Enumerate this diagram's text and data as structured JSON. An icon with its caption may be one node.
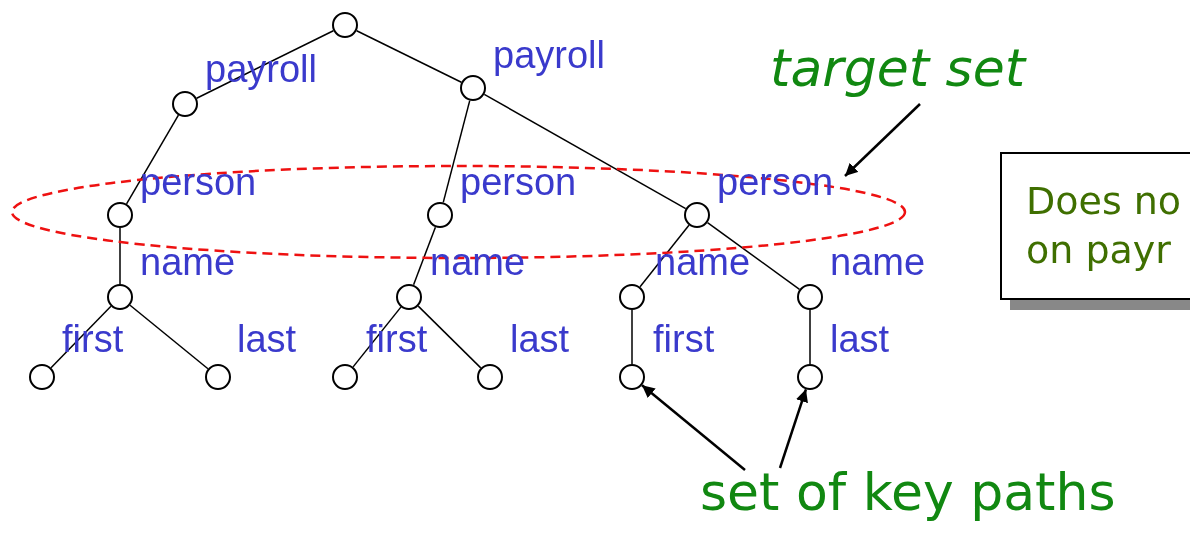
{
  "diagram": {
    "nodes": [
      {
        "text": [],
        "shape": "circle"
      },
      {
        "text": [],
        "shape": "circle"
      },
      {
        "text": [],
        "shape": "circle"
      },
      {
        "text": [],
        "shape": "ellipse"
      },
      {
        "text": [],
        "shape": "circle",
        "in": 3
      },
      {
        "text": [],
        "shape": "circle",
        "in": 3
      },
      {
        "text": [],
        "shape": "circle",
        "in": 3
      },
      {
        "text": [],
        "shape": "circle"
      },
      {
        "text": [],
        "shape": "circle"
      },
      {
        "text": [],
        "shape": "circle"
      },
      {
        "text": [],
        "shape": "circle"
      },
      {
        "text": [],
        "shape": "circle"
      },
      {
        "text": [],
        "shape": "circle"
      },
      {
        "text": [],
        "shape": "circle"
      },
      {
        "text": [],
        "shape": "circle"
      },
      {
        "text": [],
        "shape": "circle"
      },
      {
        "text": [],
        "shape": "circle"
      },
      {
        "text": [
          "target set"
        ]
      },
      {
        "text": [
          "Does no on payr"
        ]
      },
      {
        "text": [
          "set of key paths"
        ]
      }
    ],
    "edges": [
      {
        "from": 0,
        "to": 1,
        "arrow": "none",
        "label": "payroll"
      },
      {
        "from": 0,
        "to": 2,
        "arrow": "none",
        "label": "payroll"
      },
      {
        "from": 1,
        "to": 4,
        "arrow": "none",
        "label": "person"
      },
      {
        "from": 2,
        "to": 5,
        "arrow": "none",
        "label": "person"
      },
      {
        "from": 2,
        "to": 6,
        "arrow": "none",
        "label": "person"
      },
      {
        "from": 4,
        "to": 7,
        "arrow": "none",
        "label": "name"
      },
      {
        "from": 5,
        "to": 8,
        "arrow": "none",
        "label": "name"
      },
      {
        "from": 6,
        "to": 9,
        "arrow": "none",
        "label": "name"
      },
      {
        "from": 6,
        "to": 10,
        "arrow": "none",
        "label": "name"
      },
      {
        "from": 7,
        "to": 11,
        "arrow": "none",
        "label": "first"
      },
      {
        "from": 7,
        "to": 12,
        "arrow": "none",
        "label": "last"
      },
      {
        "from": 8,
        "to": 13,
        "arrow": "none",
        "label": "first"
      },
      {
        "from": 8,
        "to": 14,
        "arrow": "none",
        "label": "last"
      },
      {
        "from": 9,
        "to": 15,
        "arrow": "none",
        "label": "first"
      },
      {
        "from": 10,
        "to": 16,
        "arrow": "none",
        "label": "last"
      },
      {
        "from": 17,
        "to": 3,
        "arrow": "to"
      },
      {
        "from": 19,
        "to": 15,
        "arrow": "to"
      },
      {
        "from": 19,
        "to": 16,
        "arrow": "to"
      }
    ]
  }
}
